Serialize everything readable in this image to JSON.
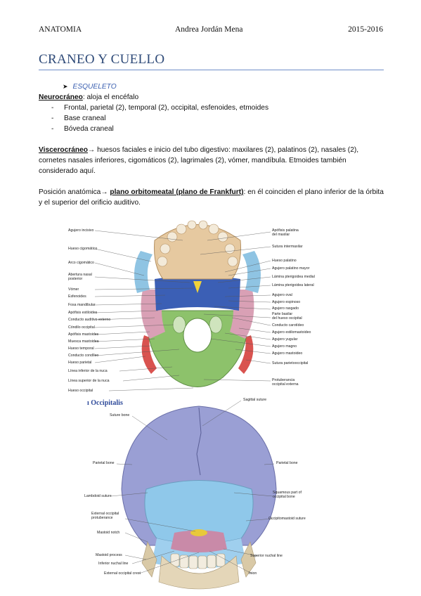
{
  "header": {
    "left": "ANATOMIA",
    "center": "Andrea Jordán Mena",
    "right": "2015-2016"
  },
  "title": "CRANEO Y CUELLO",
  "section": {
    "bullet_icon": "arrow-right-icon",
    "bullet_label": "ESQUELETO",
    "neuro": {
      "term": "Neurocráneo",
      "text": ": aloja el encéfalo"
    },
    "neuro_items": [
      "Frontal, parietal (2), temporal (2), occipital, esfenoides, etmoides",
      "Base craneal",
      "Bóveda craneal"
    ],
    "viscero": {
      "term": "Viscerocráneo",
      "text": "→ huesos faciales e inicio del tubo digestivo: maxilares (2), palatinos (2), nasales (2), cornetes nasales inferiores, cigomáticos (2), lagrimales (2), vómer, mandíbula. Etmoides también considerado aquí."
    },
    "posicion": {
      "prefix": "Posición anatómica→ ",
      "term": "plano orbitomeatal (plano de Frankfurt)",
      "text": ": en él coinciden el plano inferior de la órbita y el superior del orificio auditivo."
    }
  },
  "figure_top": {
    "left_labels": [
      "Agujero incisivo",
      "Hueso cigomático",
      "Arco cigomático",
      "Abertura nasal",
      "posterior",
      "Vómer",
      "Esfenoides",
      "Fosa mandibular",
      "Apófisis estiloides",
      "Conducto auditivo externo",
      "Cóndilo occipital",
      "Apófisis mastoides",
      "Muesca mastoidea",
      "Hueso temporal",
      "Conducto condíleo",
      "Hueso parietal",
      "Línea inferior de la nuca",
      "Línea superior de la nuca",
      "Hueso occipital"
    ],
    "right_labels": [
      "Apófisis palatina",
      "del maxilar",
      "Sutura intermaxilar",
      "Hueso palatino",
      "Agujero palatino mayor",
      "Lámina pterigoidea medial",
      "Lámina pterigoidea lateral",
      "Agujero oval",
      "Agujero espinoso",
      "Agujero rasgado",
      "Parte basilar",
      "del hueso occipital",
      "Conducto carotídeo",
      "Agujero estilomastoideo",
      "Agujero yugular",
      "Agujero magno",
      "Agujero mastoideo",
      "Sutura parietooccipital",
      "Protuberancia",
      "occipital externa"
    ]
  },
  "figure_bottom": {
    "title": "ı Occipitalis",
    "labels": {
      "sagittal": "Sagittal suture",
      "suture_bone": "Suture bone",
      "parietal_l": "Parietal bone",
      "parietal_r": "Parietal bone",
      "squamous_1": "Squamous part of",
      "squamous_2": "occipital bone",
      "lambdoid": "Lambdoid suture",
      "ext_occ_1": "External occipital",
      "ext_occ_2": "protuberance",
      "occmast": "Occipitomastoid suture",
      "mastoid_notch": "Mastoid notch",
      "mastoid_process": "Mastoid process",
      "inf_nuchal": "Inferior nuchal line",
      "sup_nuchal": "Superior nuchal line",
      "ext_crest": "External occipital crest",
      "inion": "Inion"
    }
  },
  "colors": {
    "title": "#2e4a78",
    "rule": "#6f8fc8",
    "bullet": "#3a5fb0"
  }
}
